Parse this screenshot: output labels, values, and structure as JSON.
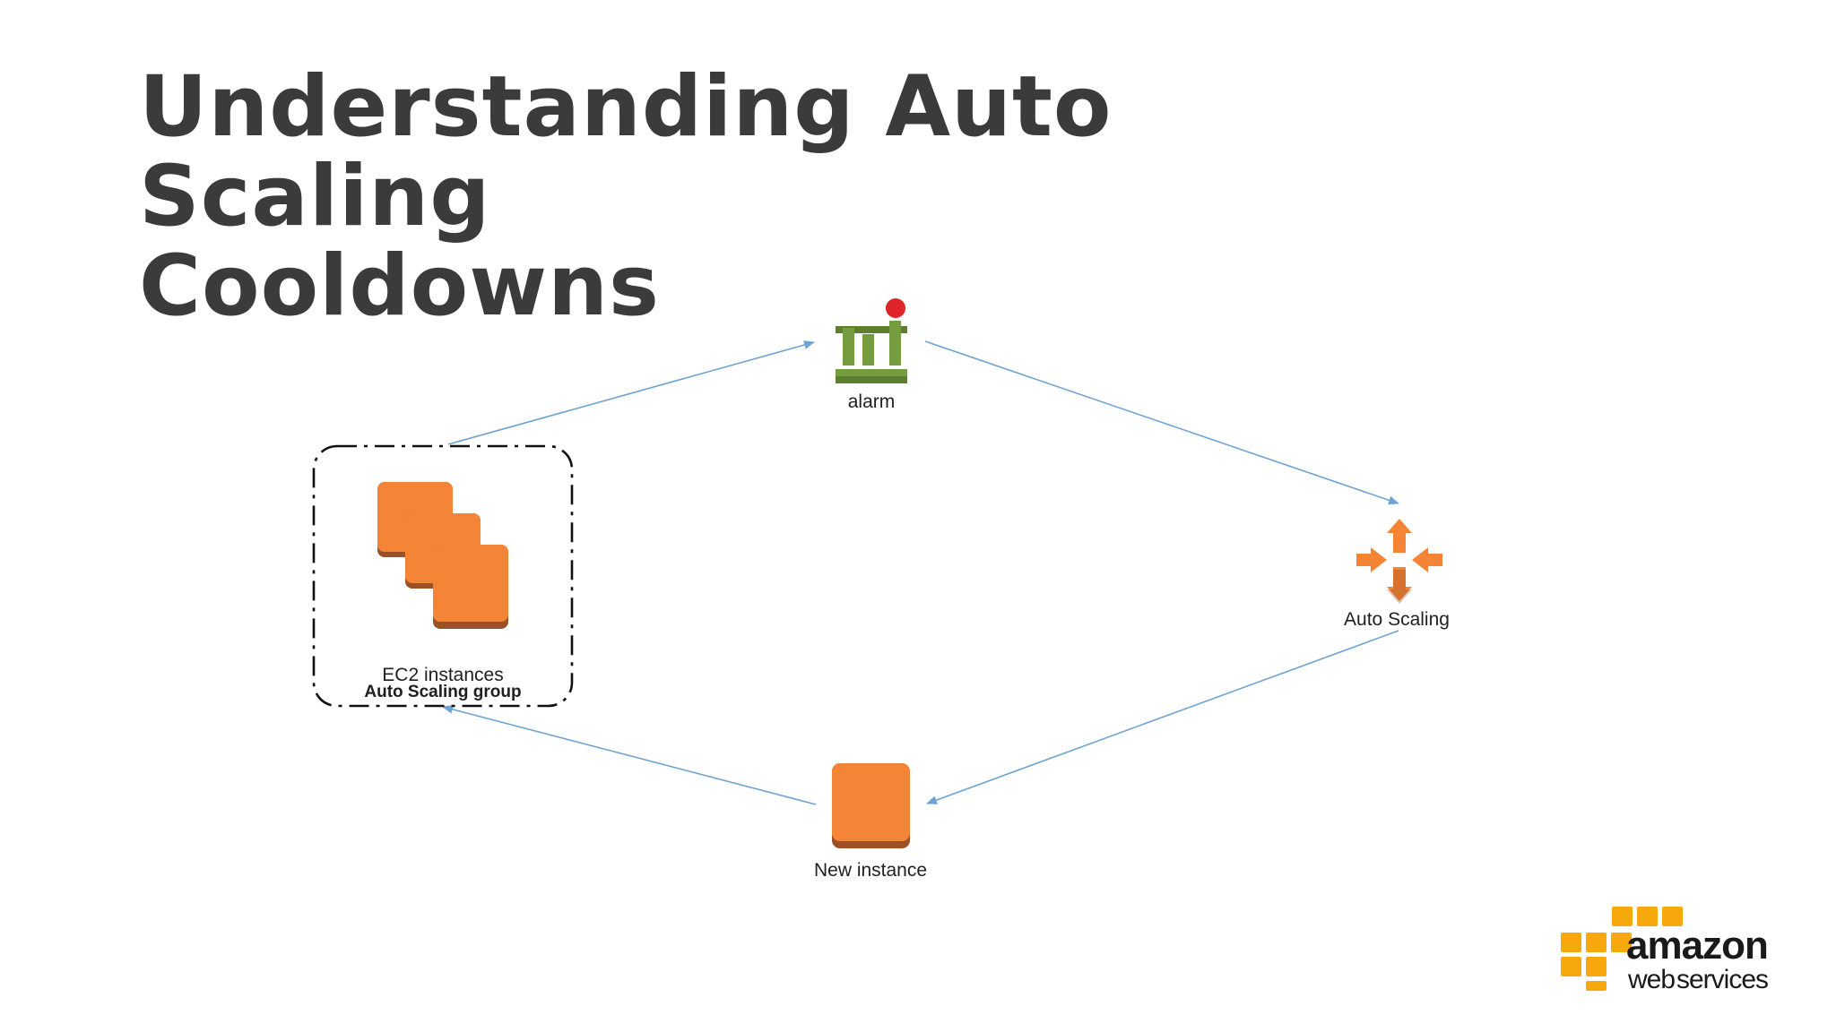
{
  "title": {
    "line1": "Understanding Auto Scaling",
    "line2": "Cooldowns"
  },
  "nodes": {
    "alarm": {
      "label": "alarm",
      "icon": "cloudwatch-alarm-icon"
    },
    "auto_scaling": {
      "label": "Auto Scaling",
      "icon": "auto-scaling-icon"
    },
    "new_instance": {
      "label": "New instance",
      "icon": "ec2-instance-icon"
    },
    "group": {
      "label": "EC2 instances",
      "sublabel": "Auto Scaling group",
      "icon": "ec2-instances-icon"
    }
  },
  "logo": {
    "word1": "amazon",
    "word2": "web",
    "word3": "services"
  },
  "colors": {
    "title": "#3b3b3b",
    "orange": "#f58536",
    "orange_dark": "#9d5025",
    "green": "#759c3e",
    "alarm_red": "#e0242b",
    "arrow": "#6fa3d2",
    "logo_orange": "#f7a80d"
  }
}
